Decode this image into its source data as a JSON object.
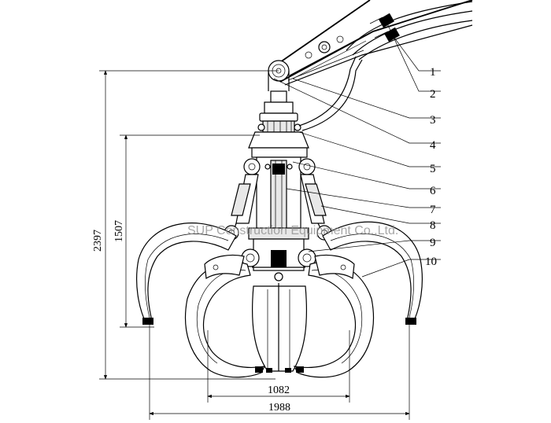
{
  "watermark": "SUP Construction Equipment Co.,Ltd.",
  "dimensions": {
    "overall_height": "2397",
    "grab_height": "1507",
    "inner_width": "1082",
    "outer_width": "1988"
  },
  "callouts": [
    "1",
    "2",
    "3",
    "4",
    "5",
    "6",
    "7",
    "8",
    "9",
    "10"
  ],
  "bottom_caption": "",
  "colors": {
    "line": "#000000",
    "watermark": "#8a8a8a",
    "background": "#ffffff"
  }
}
